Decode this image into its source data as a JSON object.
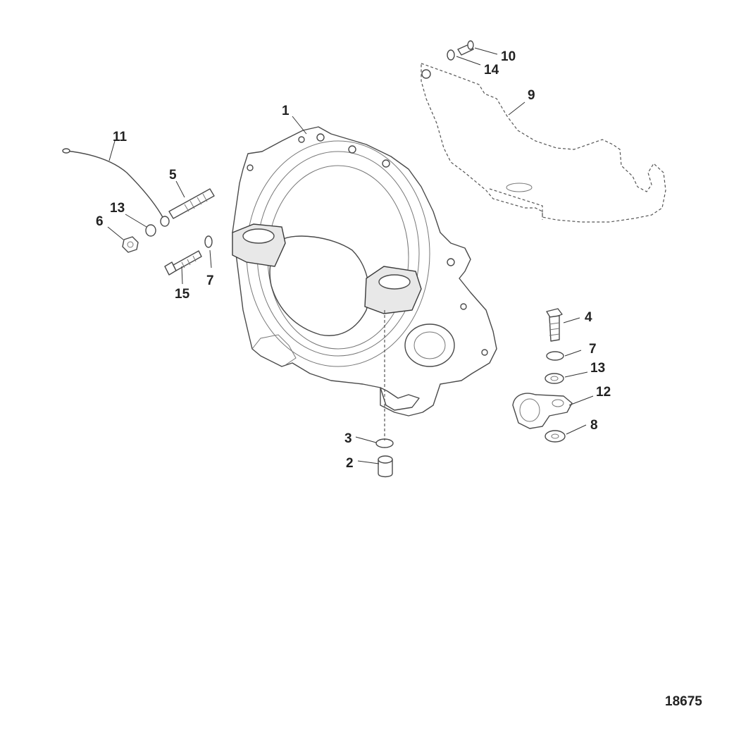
{
  "callouts": [
    "1",
    "2",
    "3",
    "4",
    "5",
    "6",
    "7",
    "7",
    "8",
    "9",
    "10",
    "11",
    "12",
    "13",
    "13",
    "14",
    "15"
  ],
  "drawing_number": "18675"
}
